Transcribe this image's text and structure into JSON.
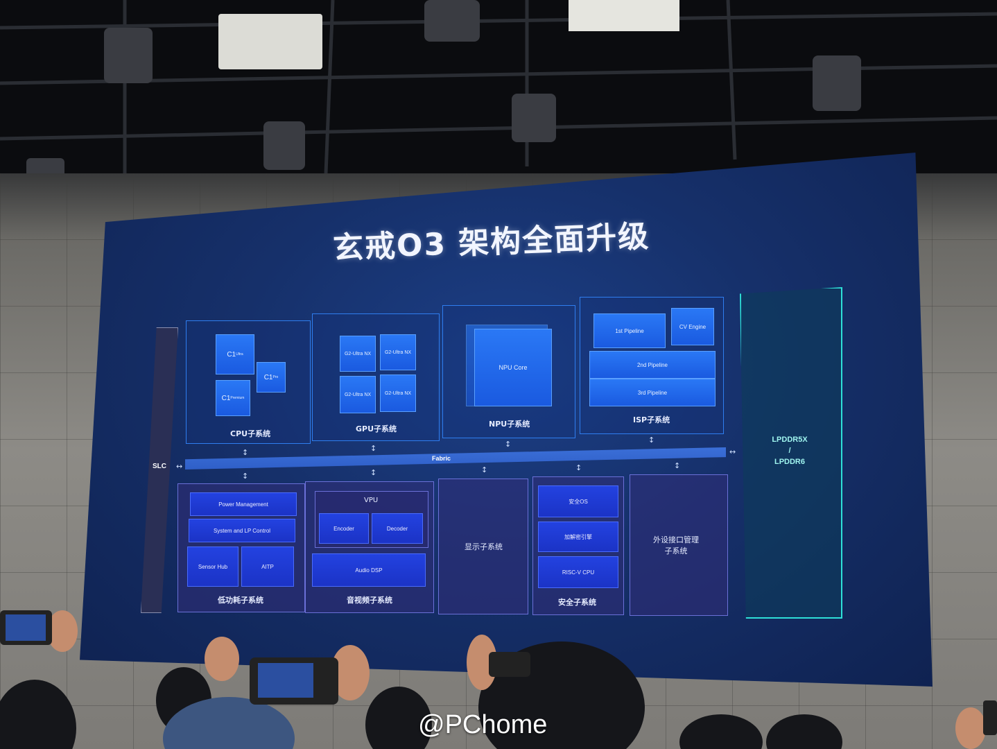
{
  "slide": {
    "title": "玄戒O3 架构全面升级"
  },
  "diagram": {
    "slc": "SLC",
    "fabric": "Fabric",
    "memory": {
      "line1": "LPDDR5X",
      "line2": "/",
      "line3": "LPDDR6"
    },
    "cpu": {
      "label": "CPU子系统",
      "c1ultra": "C1",
      "c1ultra_sub": "Ultra",
      "c1pro": "C1",
      "c1pro_sub": "Pro",
      "c1premium": "C1",
      "c1premium_sub": "Premium"
    },
    "gpu": {
      "label": "GPU子系统",
      "cores": [
        "G2-Ultra NX",
        "G2-Ultra NX",
        "G2-Ultra NX",
        "G2-Ultra NX"
      ]
    },
    "npu": {
      "label": "NPU子系统",
      "core": "NPU Core"
    },
    "isp": {
      "label": "ISP子系统",
      "p1": "1st Pipeline",
      "cv": "CV Engine",
      "p2": "2nd Pipeline",
      "p3": "3rd Pipeline"
    },
    "low_power": {
      "label": "低功耗子系统",
      "pm": "Power Management",
      "lp": "System and LP Control",
      "sensor": "Sensor Hub",
      "aitp": "AITP"
    },
    "av": {
      "label": "音视频子系统",
      "vpu": "VPU",
      "encoder": "Encoder",
      "decoder": "Decoder",
      "audio": "Audio DSP"
    },
    "display": {
      "label": "显示子系统"
    },
    "security": {
      "label": "安全子系统",
      "os": "安全OS",
      "crypto": "加解密引擎",
      "riscv": "RISC-V CPU"
    },
    "peripheral": {
      "line1": "外设接口管理",
      "line2": "子系统"
    }
  },
  "watermark": {
    "text": "@PChome"
  },
  "colors": {
    "screen": "#16306a",
    "chip": "#1a5ae0",
    "memory_border": "#2ee0d8"
  }
}
